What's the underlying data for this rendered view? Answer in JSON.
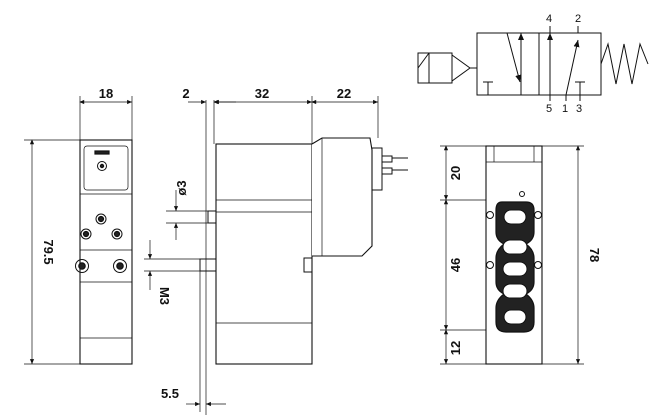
{
  "dimensions": {
    "width_side": "18",
    "offset": "2",
    "body_len": "32",
    "coil_len": "22",
    "height_front": "79.5",
    "port_dia": "ø3",
    "thread": "M3",
    "lower": "5.5",
    "top_seg": "20",
    "mid_seg": "46",
    "bot_seg": "12",
    "total_h": "78"
  },
  "symbol_ports": {
    "p4": "4",
    "p2": "2",
    "p5": "5",
    "p1": "1",
    "p3": "3"
  }
}
